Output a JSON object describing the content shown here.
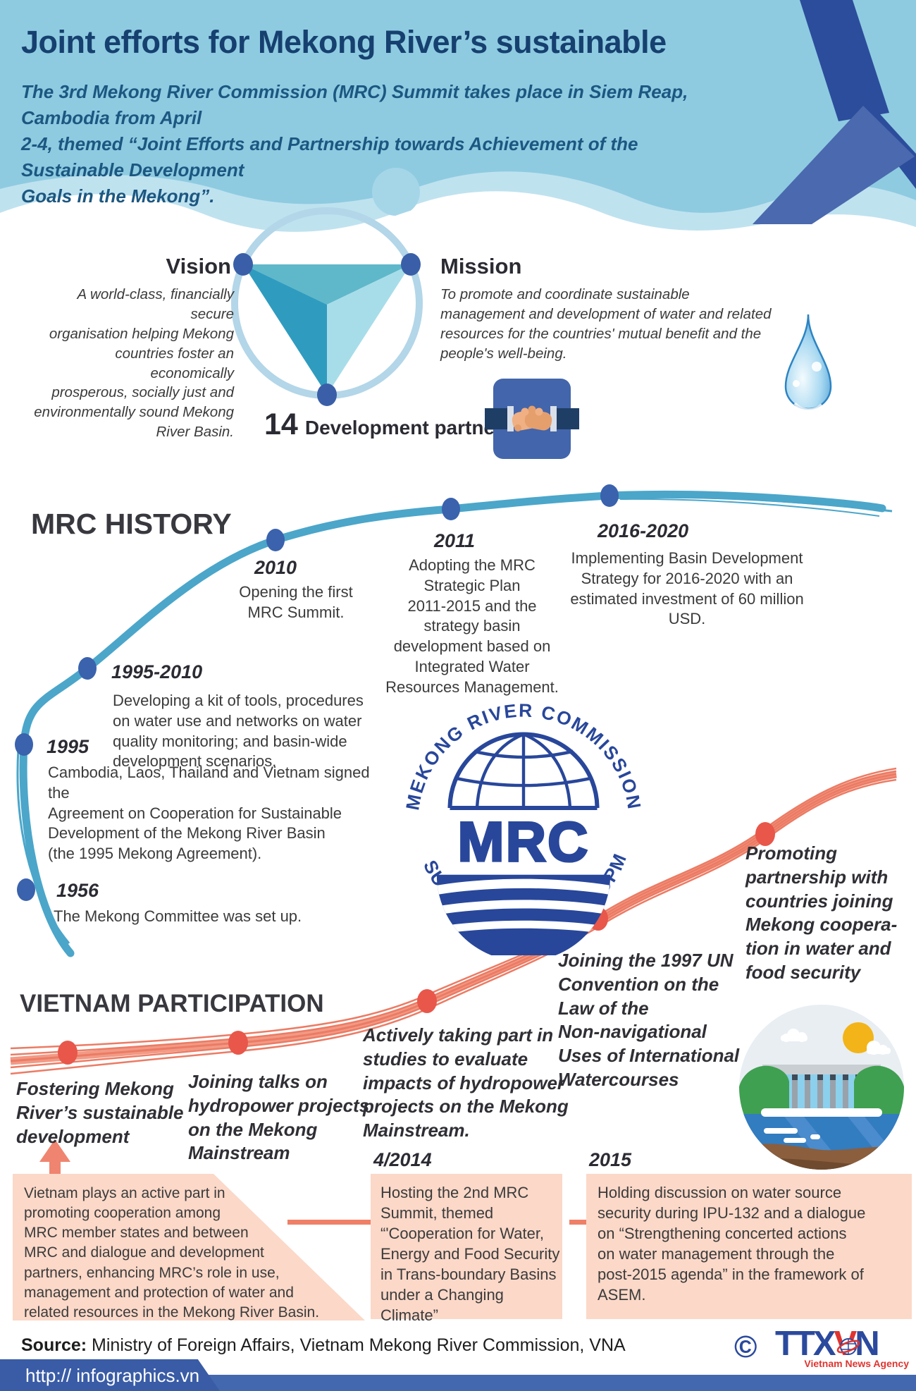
{
  "colors": {
    "header_bg": "#8ecbe1",
    "header_wave": "#bfe2ef",
    "title": "#16406f",
    "subtitle": "#1c5781",
    "ribbon_dark": "#2c4d9b",
    "ribbon_light": "#4a69ae",
    "history_curve": "#4ba6ca",
    "history_dot": "#3a62ad",
    "participation_curve": "#ee8068",
    "participation_dot": "#e8574a",
    "pink_box": "#fbd8c8",
    "logo_blue": "#28479b",
    "footer_bar": "#4368af",
    "agency_red": "#e0342f"
  },
  "header": {
    "title": "Joint efforts for Mekong River’s sustainable",
    "subtitle": "The 3rd Mekong River Commission (MRC) Summit takes place in Siem Reap, Cambodia from April\n2-4, themed “Joint Efforts and Partnership towards Achievement of the Sustainable Development\nGoals in the Mekong”."
  },
  "vision": {
    "label": "Vision",
    "text": "A world-class, financially secure\norganisation helping Mekong\ncountries foster an economically\nprosperous, socially just and\nenvironmentally sound Mekong\nRiver Basin."
  },
  "mission": {
    "label": "Mission",
    "text": "To promote and coordinate sustainable\nmanagement and development of water and related\nresources for the countries' mutual benefit and the\npeople's well-being."
  },
  "partners": {
    "count": "14",
    "label": "Development partners"
  },
  "history": {
    "heading": "MRC HISTORY",
    "events": [
      {
        "year": "1956",
        "text": "The Mekong Committee was set up."
      },
      {
        "year": "1995",
        "text": "Cambodia, Laos, Thailand and Vietnam signed the\nAgreement on Cooperation for Sustainable\nDevelopment of the Mekong River Basin\n(the 1995 Mekong Agreement)."
      },
      {
        "year": "1995-2010",
        "text": "Developing a kit of tools, procedures\non water use and networks on water\nquality monitoring; and basin-wide\ndevelopment scenarios."
      },
      {
        "year": "2010",
        "text": "Opening the first\nMRC Summit."
      },
      {
        "year": "2011",
        "text": "Adopting the MRC\nStrategic Plan\n2011-2015 and the\nstrategy basin\ndevelopment based on\nIntegrated Water\nResources Management."
      },
      {
        "year": "2016-2020",
        "text": "Implementing Basin Development\nStrategy for 2016-2020 with an\nestimated investment of 60 million\nUSD."
      }
    ]
  },
  "logo": {
    "arc_top": "MEKONG RIVER COMMISSION",
    "acronym": "MRC",
    "arc_bottom": "FOR SUSTAINABLE DEVELOPMENT"
  },
  "participation": {
    "heading": "VIETNAM PARTICIPATION",
    "milestones": [
      {
        "text": "Fostering Mekong\nRiver’s sustainable\ndevelopment"
      },
      {
        "text": "Joining talks on\nhydropower projects\non the Mekong\nMainstream"
      },
      {
        "text": "Actively taking part in\nstudies to evaluate\nimpacts of hydropower\nprojects on the Mekong\nMainstream."
      },
      {
        "text": "Joining the 1997 UN\nConvention on the\nLaw of the\nNon-navigational\nUses of International\nWatercourses"
      },
      {
        "text": "Promoting\npartnership with\ncountries joining\nMekong coopera-\ntion in water and\nfood security"
      }
    ],
    "note": "Vietnam plays an active part in\npromoting cooperation among\nMRC member states and between\nMRC and dialogue and development\npartners, enhancing MRC’s role in use,\nmanagement and protection of water and\nrelated resources in the Mekong River Basin.",
    "boxes": [
      {
        "year": "4/2014",
        "text": "Hosting the 2nd MRC\nSummit, themed\n“'Cooperation for Water,\nEnergy and Food Security\nin Trans-boundary Basins\nunder a Changing Climate”"
      },
      {
        "year": "2015",
        "text": "Holding discussion on water source\nsecurity during IPU-132 and a dialogue\non “Strengthening concerted actions\non water management through the\npost-2015 agenda” in the framework of\nASEM."
      }
    ]
  },
  "footer": {
    "source_label": "Source:",
    "source_rest": " Ministry of Foreign Affairs, Vietnam Mekong River Commission, VNA",
    "copyright": "©",
    "agency_ttx": "TTX",
    "agency_v": "V",
    "agency_n": "N",
    "agency_name": "Vietnam News Agency",
    "url": "http:// infographics.vn"
  }
}
